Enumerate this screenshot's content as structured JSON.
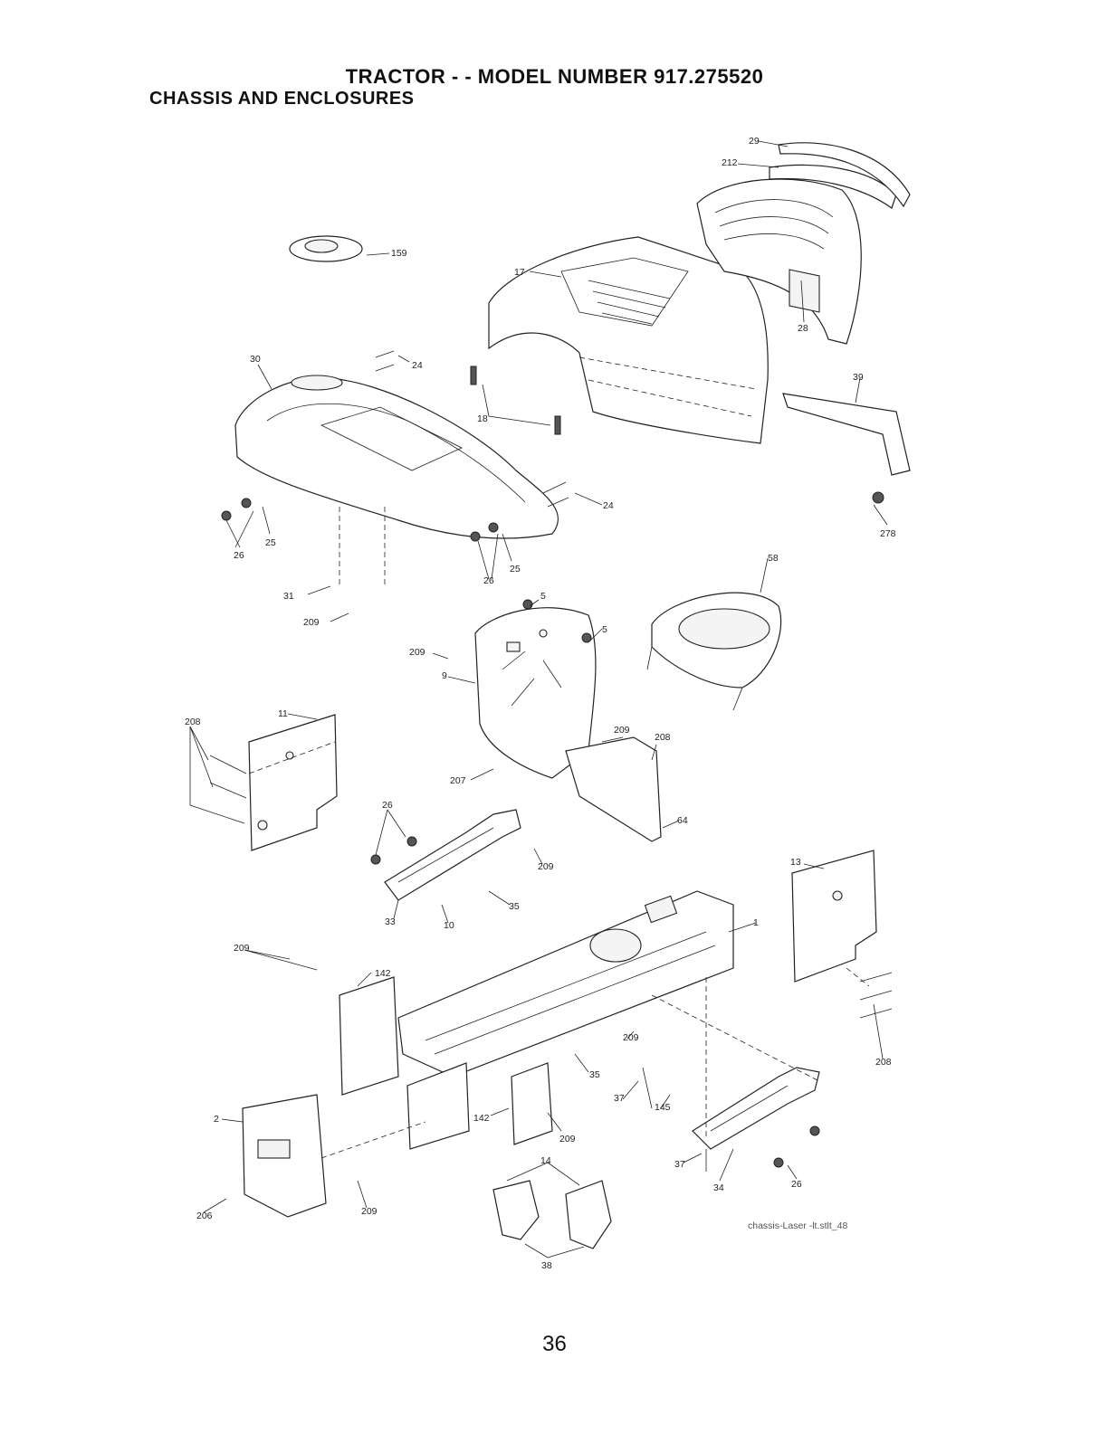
{
  "header": {
    "title": "TRACTOR - - MODEL NUMBER 917.275520",
    "subtitle": "CHASSIS AND ENCLOSURES"
  },
  "parts": [
    {
      "id": "29",
      "label": "29"
    },
    {
      "id": "212",
      "label": "212"
    },
    {
      "id": "17",
      "label": "17"
    },
    {
      "id": "28",
      "label": "28"
    },
    {
      "id": "159",
      "label": "159"
    },
    {
      "id": "30",
      "label": "30"
    },
    {
      "id": "24a",
      "label": "24"
    },
    {
      "id": "18",
      "label": "18"
    },
    {
      "id": "39",
      "label": "39"
    },
    {
      "id": "24b",
      "label": "24"
    },
    {
      "id": "278",
      "label": "278"
    },
    {
      "id": "26a",
      "label": "26"
    },
    {
      "id": "25a",
      "label": "25"
    },
    {
      "id": "26b",
      "label": "26"
    },
    {
      "id": "25b",
      "label": "25"
    },
    {
      "id": "58",
      "label": "58"
    },
    {
      "id": "31",
      "label": "31"
    },
    {
      "id": "209a",
      "label": "209"
    },
    {
      "id": "5a",
      "label": "5"
    },
    {
      "id": "5b",
      "label": "5"
    },
    {
      "id": "209b",
      "label": "209"
    },
    {
      "id": "9",
      "label": "9"
    },
    {
      "id": "208a",
      "label": "208"
    },
    {
      "id": "11",
      "label": "11"
    },
    {
      "id": "209c",
      "label": "209"
    },
    {
      "id": "208b",
      "label": "208"
    },
    {
      "id": "207",
      "label": "207"
    },
    {
      "id": "64",
      "label": "64"
    },
    {
      "id": "26c",
      "label": "26"
    },
    {
      "id": "209d",
      "label": "209"
    },
    {
      "id": "13",
      "label": "13"
    },
    {
      "id": "35a",
      "label": "35"
    },
    {
      "id": "33",
      "label": "33"
    },
    {
      "id": "10",
      "label": "10"
    },
    {
      "id": "1",
      "label": "1"
    },
    {
      "id": "209e",
      "label": "209"
    },
    {
      "id": "142a",
      "label": "142"
    },
    {
      "id": "208c",
      "label": "208"
    },
    {
      "id": "209f",
      "label": "209"
    },
    {
      "id": "35b",
      "label": "35"
    },
    {
      "id": "37a",
      "label": "37"
    },
    {
      "id": "145",
      "label": "145"
    },
    {
      "id": "142b",
      "label": "142"
    },
    {
      "id": "209g",
      "label": "209"
    },
    {
      "id": "2",
      "label": "2"
    },
    {
      "id": "14",
      "label": "14"
    },
    {
      "id": "37b",
      "label": "37"
    },
    {
      "id": "34",
      "label": "34"
    },
    {
      "id": "26d",
      "label": "26"
    },
    {
      "id": "206",
      "label": "206"
    },
    {
      "id": "209h",
      "label": "209"
    },
    {
      "id": "38",
      "label": "38"
    }
  ],
  "footer": {
    "caption": "chassis-Laser -lt.stlt_48",
    "page_number": "36"
  }
}
